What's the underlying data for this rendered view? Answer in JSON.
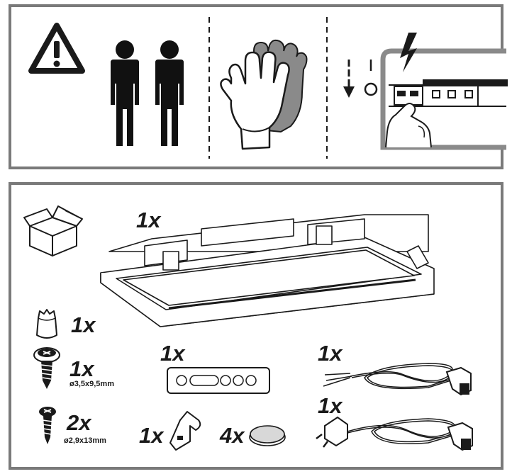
{
  "safety_panel": {
    "icons": [
      "warning-triangle-icon",
      "two-persons-icon",
      "gloves-icon",
      "power-off-icon",
      "fuse-box-icon"
    ]
  },
  "contents_panel": {
    "hood_qty": "1x",
    "spacer_qty": "1x",
    "screw_large": {
      "qty": "1x",
      "size": "ø3,5x9,5mm"
    },
    "screw_small": {
      "qty": "2x",
      "size": "ø2,9x13mm"
    },
    "remote_qty": "1x",
    "bracket_qty": "1x",
    "cap_qty": "4x",
    "cable_open_qty": "1x",
    "cable_plug_qty": "1x"
  },
  "colors": {
    "border": "#7a7a7a",
    "ink": "#1a1a1a",
    "glove": "#8a8a8a"
  }
}
